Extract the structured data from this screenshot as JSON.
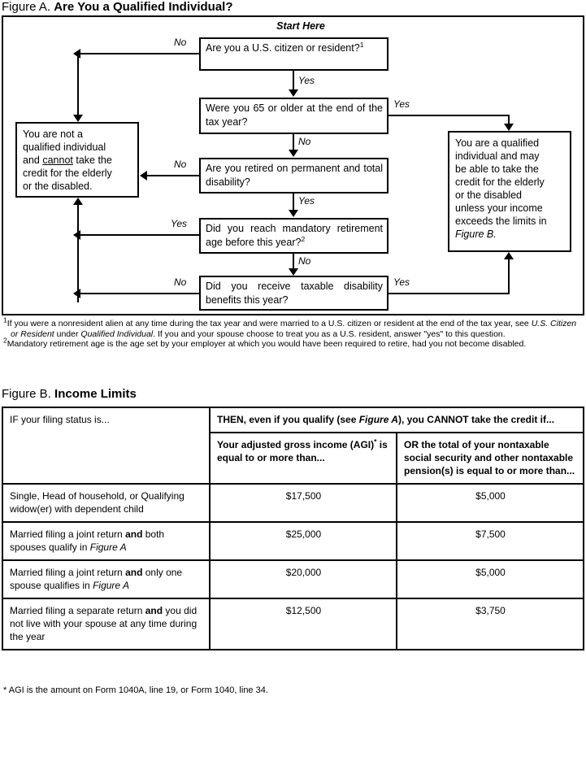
{
  "figure_a": {
    "label": "Figure A.",
    "title": "Are You a Qualified Individual?",
    "start_here": "Start Here",
    "questions": [
      {
        "id": "q1",
        "text": "Are you a U.S. citizen or resident?",
        "footnote_marker": "1"
      },
      {
        "id": "q2",
        "text": "Were you 65 or older at the end of the tax year?",
        "footnote_marker": ""
      },
      {
        "id": "q3",
        "text": "Are you retired on permanent and total disability?",
        "footnote_marker": ""
      },
      {
        "id": "q4",
        "text": "Did you reach mandatory retirement age before this year?",
        "footnote_marker": "2"
      },
      {
        "id": "q5",
        "text": "Did you receive taxable disability benefits this year?",
        "footnote_marker": ""
      }
    ],
    "edge_labels": {
      "q1_no": "No",
      "q1_yes": "Yes",
      "q2_yes": "Yes",
      "q2_no": "No",
      "q3_no": "No",
      "q3_yes": "Yes",
      "q4_yes": "Yes",
      "q4_no": "No",
      "q5_no": "No",
      "q5_yes": "Yes"
    },
    "outcome_not_qualified": {
      "line1": "You are not a",
      "line2": "qualified individual",
      "line3_a": "and ",
      "line3_b": "cannot",
      "line3_c": " take the",
      "line4": "credit for the elderly",
      "line5": "or the disabled."
    },
    "outcome_qualified": {
      "line1": "You are a qualified",
      "line2": "individual and may",
      "line3": "be able to take the",
      "line4": "credit for the elderly",
      "line5": "or the disabled",
      "line6": "unless your income",
      "line7": "exceeds the limits in",
      "line8_italic": "Figure B."
    },
    "footnotes": {
      "one_marker": "1",
      "one_a": "If you were a nonresident alien at any time during the tax year and were married to a U.S. citizen or resident at the end of the tax year, see ",
      "one_italic1": "U.S. Citizen or Resident",
      "one_b": " under ",
      "one_italic2": "Qualified Individual",
      "one_c": ". If you and your spouse choose to treat you as a U.S. resident, answer \"yes\" to this question.",
      "two_marker": "2",
      "two_text": "Mandatory retirement age is the age set by your employer at which you would have been required to retire, had you not become disabled."
    }
  },
  "figure_b": {
    "label": "Figure B.",
    "title": "Income Limits",
    "header_span_a": "THEN, even if you qualify (see ",
    "header_span_italic": "Figure A",
    "header_span_b": "), you CANNOT take the credit if...",
    "col1_header": "IF your filing status is...",
    "col2_header_a": "Your adjusted gross income (AGI)",
    "col2_header_marker": "*",
    "col2_header_b": " is equal to or more than...",
    "col3_header": "OR the total of your nontaxable social security and other nontaxable pension(s) is equal to or more than...",
    "rows": [
      {
        "status_plain": "Single, Head of household, or Qualifying widow(er) with dependent child",
        "status_bold": "",
        "status_italic": "",
        "agi": "$17,500",
        "nontaxable": "$5,000"
      },
      {
        "status_plain": "Married filing a joint return ",
        "status_bold": "and",
        "status_plain2": " both spouses qualify in ",
        "status_italic": "Figure A",
        "agi": "$25,000",
        "nontaxable": "$7,500"
      },
      {
        "status_plain": "Married filing a joint return ",
        "status_bold": "and",
        "status_plain2": " only one spouse qualifies in ",
        "status_italic": "Figure A",
        "agi": "$20,000",
        "nontaxable": "$5,000"
      },
      {
        "status_plain": "Married filing a separate return ",
        "status_bold": "and",
        "status_plain2": " you did not live with your spouse at any time during the year",
        "status_italic": "",
        "agi": "$12,500",
        "nontaxable": "$3,750"
      }
    ],
    "footnote": "* AGI is the amount on Form 1040A, line 19, or Form 1040, line 34."
  },
  "chart_data": {
    "type": "table",
    "title": "Income Limits",
    "categories": [
      "Single, Head of household, or Qualifying widow(er) with dependent child",
      "Married filing a joint return and both spouses qualify in Figure A",
      "Married filing a joint return and only one spouse qualifies in Figure A",
      "Married filing a separate return and you did not live with your spouse at any time during the year"
    ],
    "series": [
      {
        "name": "Adjusted gross income (AGI) limit",
        "values": [
          17500,
          25000,
          20000,
          12500
        ]
      },
      {
        "name": "Nontaxable social security and other nontaxable pension(s) limit",
        "values": [
          5000,
          7500,
          5000,
          3750
        ]
      }
    ]
  }
}
